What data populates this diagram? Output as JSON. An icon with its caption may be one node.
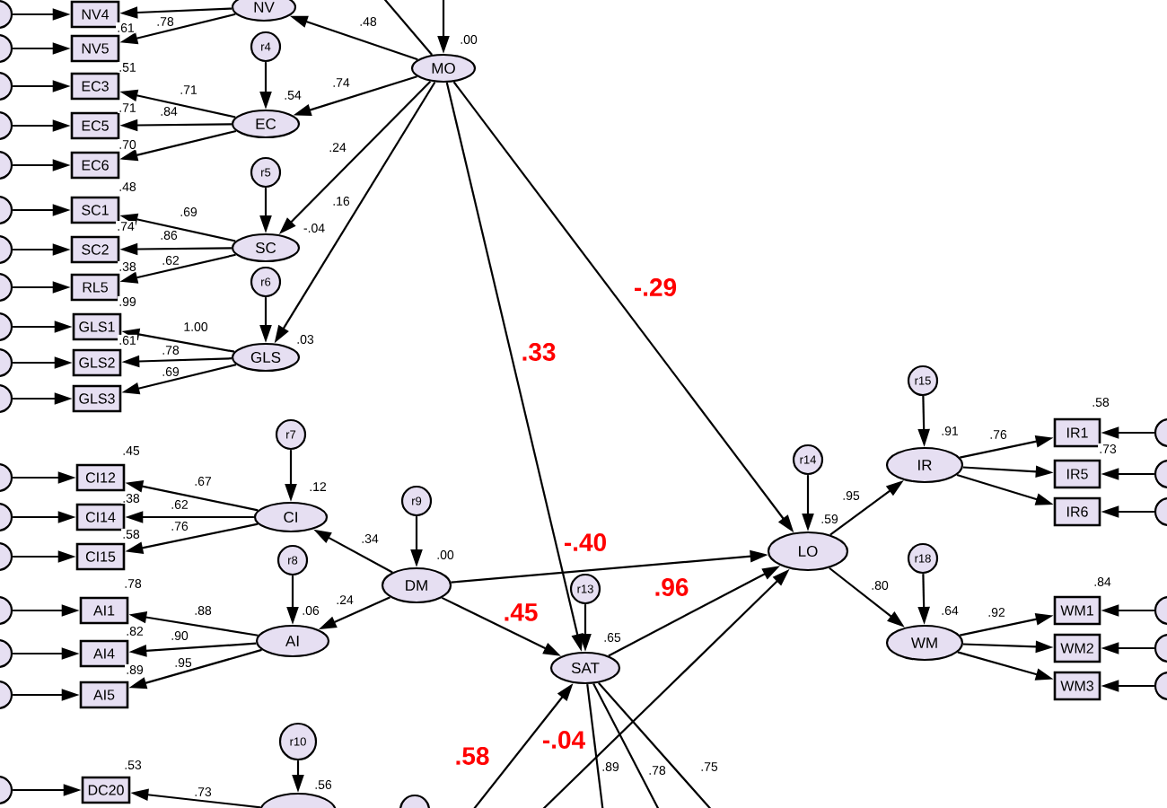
{
  "diagram": {
    "nodes": [
      {
        "text": [
          "NV"
        ]
      },
      {
        "text": [
          "NV4"
        ]
      },
      {
        "text": [
          "NV5"
        ]
      },
      {
        "text": [
          "EC3"
        ]
      },
      {
        "text": [
          "EC5"
        ]
      },
      {
        "text": [
          "EC6"
        ]
      },
      {
        "text": [
          "SC1"
        ]
      },
      {
        "text": [
          "SC2"
        ],
        "beside": [
          ".74"
        ]
      },
      {
        "text": [
          "RL5"
        ]
      },
      {
        "text": [
          "GLS1"
        ],
        "beside": [
          ".99"
        ]
      },
      {
        "text": [
          "GLS2"
        ],
        "beside": [
          ".61"
        ]
      },
      {
        "text": [
          "GLS3"
        ]
      },
      {
        "text": [
          "MO"
        ],
        "beside": [
          ".00"
        ]
      },
      {
        "text": [
          "r4"
        ]
      },
      {
        "text": [
          "EC"
        ],
        "beside": [
          ".54"
        ]
      },
      {
        "text": [
          "r5"
        ]
      },
      {
        "text": [
          "SC"
        ],
        "beside": [
          "-.04"
        ]
      },
      {
        "text": [
          "r6"
        ]
      },
      {
        "text": [
          "GLS"
        ],
        "beside": [
          ".03"
        ]
      },
      {
        "text": [
          "r7"
        ]
      },
      {
        "text": [
          "CI"
        ],
        "beside": [
          ".12"
        ]
      },
      {
        "text": [
          "CI12"
        ],
        "beside": [
          ".45"
        ]
      },
      {
        "text": [
          "CI14"
        ]
      },
      {
        "text": [
          "CI15"
        ]
      },
      {
        "text": [
          "r8"
        ]
      },
      {
        "text": [
          "AI"
        ],
        "beside": [
          ".06"
        ]
      },
      {
        "text": [
          "AI1"
        ],
        "beside": [
          ".78"
        ]
      },
      {
        "text": [
          "AI4"
        ]
      },
      {
        "text": [
          "AI5"
        ]
      },
      {
        "text": [
          "r9"
        ]
      },
      {
        "text": [
          "DM"
        ],
        "beside": [
          ".00"
        ]
      },
      {
        "text": [
          "r13"
        ]
      },
      {
        "text": [
          "SAT"
        ],
        "beside": [
          ".65"
        ]
      },
      {
        "text": [
          "r14"
        ]
      },
      {
        "text": [
          "LO"
        ],
        "beside": [
          ".59"
        ]
      },
      {
        "text": [
          "r15"
        ]
      },
      {
        "text": [
          "IR"
        ],
        "beside": [
          ".91"
        ]
      },
      {
        "text": [
          "IR1"
        ],
        "beside": [
          ".58"
        ]
      },
      {
        "text": [
          "IR5"
        ],
        "beside": [
          ".73"
        ]
      },
      {
        "text": [
          "IR6"
        ]
      },
      {
        "text": [
          "r18"
        ]
      },
      {
        "text": [
          "WM"
        ],
        "beside": [
          ".64"
        ]
      },
      {
        "text": [
          "WM1"
        ],
        "beside": [
          ".84"
        ]
      },
      {
        "text": [
          "WM2"
        ]
      },
      {
        "text": [
          "WM3"
        ]
      },
      {
        "text": [
          "DC20"
        ],
        "beside": [
          ".53"
        ]
      },
      {
        "text": [
          "r10"
        ]
      },
      {
        "text": [],
        "shape": "ellipse",
        "beside": [
          ".56"
        ]
      },
      {
        "text": [],
        "shape": "circle"
      },
      {
        "text": [],
        "shape": "circle"
      },
      {
        "text": [],
        "shape": "circle"
      },
      {
        "text": [],
        "shape": "circle"
      },
      {
        "text": [],
        "shape": "circle"
      },
      {
        "text": [],
        "shape": "circle"
      },
      {
        "text": [],
        "shape": "circle"
      },
      {
        "text": [],
        "shape": "circle"
      },
      {
        "text": [],
        "shape": "circle"
      },
      {
        "text": [],
        "shape": "circle"
      },
      {
        "text": [],
        "shape": "circle"
      },
      {
        "text": [],
        "shape": "circle"
      },
      {
        "text": [],
        "shape": "circle"
      },
      {
        "text": [],
        "shape": "circle"
      },
      {
        "text": [],
        "shape": "circle"
      },
      {
        "text": [],
        "shape": "circle"
      },
      {
        "text": [],
        "shape": "circle"
      },
      {
        "text": [],
        "shape": "circle"
      },
      {
        "text": [],
        "shape": "circle"
      },
      {
        "text": [],
        "shape": "circle"
      },
      {
        "text": [],
        "shape": "circle"
      },
      {
        "text": [],
        "shape": "circle"
      },
      {
        "text": [],
        "shape": "circle"
      },
      {
        "text": [],
        "shape": "circle"
      },
      {
        "text": [],
        "shape": "circle"
      }
    ],
    "edges": [
      {
        "from": 49,
        "to": 1,
        "arrow": "to"
      },
      {
        "from": 50,
        "to": 2,
        "arrow": "to"
      },
      {
        "from": 51,
        "to": 3,
        "arrow": "to"
      },
      {
        "from": 52,
        "to": 4,
        "arrow": "to"
      },
      {
        "from": 53,
        "to": 5,
        "arrow": "to"
      },
      {
        "from": 54,
        "to": 6,
        "arrow": "to"
      },
      {
        "from": 55,
        "to": 7,
        "arrow": "to"
      },
      {
        "from": 56,
        "to": 8,
        "arrow": "to"
      },
      {
        "from": 57,
        "to": 9,
        "arrow": "to"
      },
      {
        "from": 58,
        "to": 10,
        "arrow": "to"
      },
      {
        "from": 59,
        "to": 11,
        "arrow": "to"
      },
      {
        "from": 60,
        "to": 21,
        "arrow": "to"
      },
      {
        "from": 61,
        "to": 22,
        "arrow": "to"
      },
      {
        "from": 62,
        "to": 23,
        "arrow": "to"
      },
      {
        "from": 63,
        "to": 26,
        "arrow": "to"
      },
      {
        "from": 64,
        "to": 27,
        "arrow": "to"
      },
      {
        "from": 65,
        "to": 28,
        "arrow": "to"
      },
      {
        "from": 66,
        "to": 45,
        "arrow": "to"
      },
      {
        "from": 67,
        "to": 37,
        "arrow": "to"
      },
      {
        "from": 68,
        "to": 38,
        "arrow": "to"
      },
      {
        "from": 69,
        "to": 39,
        "arrow": "to"
      },
      {
        "from": 70,
        "to": 42,
        "arrow": "to"
      },
      {
        "from": 71,
        "to": 43,
        "arrow": "to"
      },
      {
        "from": 72,
        "to": 44,
        "arrow": "to"
      },
      {
        "from": 13,
        "to": 14,
        "arrow": "to"
      },
      {
        "from": 15,
        "to": 16,
        "arrow": "to"
      },
      {
        "from": 17,
        "to": 18,
        "arrow": "to"
      },
      {
        "from": 19,
        "to": 20,
        "arrow": "to"
      },
      {
        "from": 24,
        "to": 25,
        "arrow": "to"
      },
      {
        "from": 29,
        "to": 30,
        "arrow": "to"
      },
      {
        "from": 31,
        "to": 32,
        "arrow": "to"
      },
      {
        "from": 33,
        "to": 34,
        "arrow": "to"
      },
      {
        "from": 35,
        "to": 36,
        "arrow": "to"
      },
      {
        "from": 40,
        "to": 41,
        "arrow": "to"
      },
      {
        "from": 46,
        "to": 47,
        "arrow": "to"
      },
      {
        "from": null,
        "to": 12,
        "arrow": "to"
      },
      {
        "from": 12,
        "to": 0,
        "arrow": "to",
        "label": ".48"
      },
      {
        "from": 12,
        "to": null,
        "arrow": "none"
      },
      {
        "from": 12,
        "to": 14,
        "arrow": "to",
        "label": ".74"
      },
      {
        "from": 12,
        "to": 16,
        "arrow": "to",
        "label": ".24"
      },
      {
        "from": 12,
        "to": 18,
        "arrow": "to",
        "label": ".16"
      },
      {
        "from": 12,
        "to": 32,
        "arrow": "to",
        "label": ".33"
      },
      {
        "from": 12,
        "to": 34,
        "arrow": "to",
        "label": "-.29"
      },
      {
        "from": 30,
        "to": 20,
        "arrow": "to",
        "label": ".34"
      },
      {
        "from": 30,
        "to": 25,
        "arrow": "to",
        "label": ".24"
      },
      {
        "from": 30,
        "to": 34,
        "arrow": "to",
        "label": "-.40"
      },
      {
        "from": 30,
        "to": 32,
        "arrow": "to",
        "label": ".45"
      },
      {
        "from": 32,
        "to": 34,
        "arrow": "to",
        "label": ".96"
      },
      {
        "from": null,
        "to": 32,
        "arrow": "to",
        "label": ".58"
      },
      {
        "from": null,
        "to": 34,
        "arrow": "to",
        "label": "-.04"
      },
      {
        "from": 34,
        "to": 36,
        "arrow": "to",
        "label": ".95"
      },
      {
        "from": 34,
        "to": 41,
        "arrow": "to",
        "label": ".80"
      },
      {
        "from": 0,
        "to": 1,
        "arrow": "to"
      },
      {
        "from": 0,
        "to": 2,
        "arrow": "to",
        "label": ".78"
      },
      {
        "from": 14,
        "to": 3,
        "arrow": "to",
        "label": ".71"
      },
      {
        "from": 14,
        "to": 4,
        "arrow": "to",
        "label": ".84"
      },
      {
        "from": 14,
        "to": 5,
        "arrow": "to"
      },
      {
        "from": 16,
        "to": 6,
        "arrow": "to",
        "label": ".69"
      },
      {
        "from": 16,
        "to": 7,
        "arrow": "to",
        "label": ".86"
      },
      {
        "from": 16,
        "to": 8,
        "arrow": "to",
        "label": ".62"
      },
      {
        "from": 18,
        "to": 9,
        "arrow": "to",
        "label": "1.00"
      },
      {
        "from": 18,
        "to": 10,
        "arrow": "to",
        "label": ".78"
      },
      {
        "from": 18,
        "to": 11,
        "arrow": "to",
        "label": ".69"
      },
      {
        "from": 20,
        "to": 21,
        "arrow": "to",
        "label": ".67"
      },
      {
        "from": 20,
        "to": 22,
        "arrow": "to",
        "label": ".62"
      },
      {
        "from": 20,
        "to": 23,
        "arrow": "to",
        "label": ".76"
      },
      {
        "from": 25,
        "to": 26,
        "arrow": "to",
        "label": ".88"
      },
      {
        "from": 25,
        "to": 27,
        "arrow": "to",
        "label": ".90"
      },
      {
        "from": 25,
        "to": 28,
        "arrow": "to",
        "label": ".95"
      },
      {
        "from": 47,
        "to": 45,
        "arrow": "to",
        "label": ".73"
      },
      {
        "from": 36,
        "to": 37,
        "arrow": "to",
        "label": ".76"
      },
      {
        "from": 36,
        "to": 38,
        "arrow": "to"
      },
      {
        "from": 36,
        "to": 39,
        "arrow": "to"
      },
      {
        "from": 41,
        "to": 42,
        "arrow": "to",
        "label": ".92"
      },
      {
        "from": 41,
        "to": 43,
        "arrow": "to"
      },
      {
        "from": 41,
        "to": 44,
        "arrow": "to"
      },
      {
        "from": 32,
        "to": null,
        "arrow": "none",
        "label": ".89"
      },
      {
        "from": 32,
        "to": null,
        "arrow": "none",
        "label": ".78"
      },
      {
        "from": 32,
        "to": null,
        "arrow": "none",
        "label": ".75"
      }
    ],
    "labels": [
      ".61",
      ".51",
      ".71",
      ".70",
      ".48",
      ".38",
      ".38",
      ".58",
      ".82",
      ".89"
    ]
  }
}
